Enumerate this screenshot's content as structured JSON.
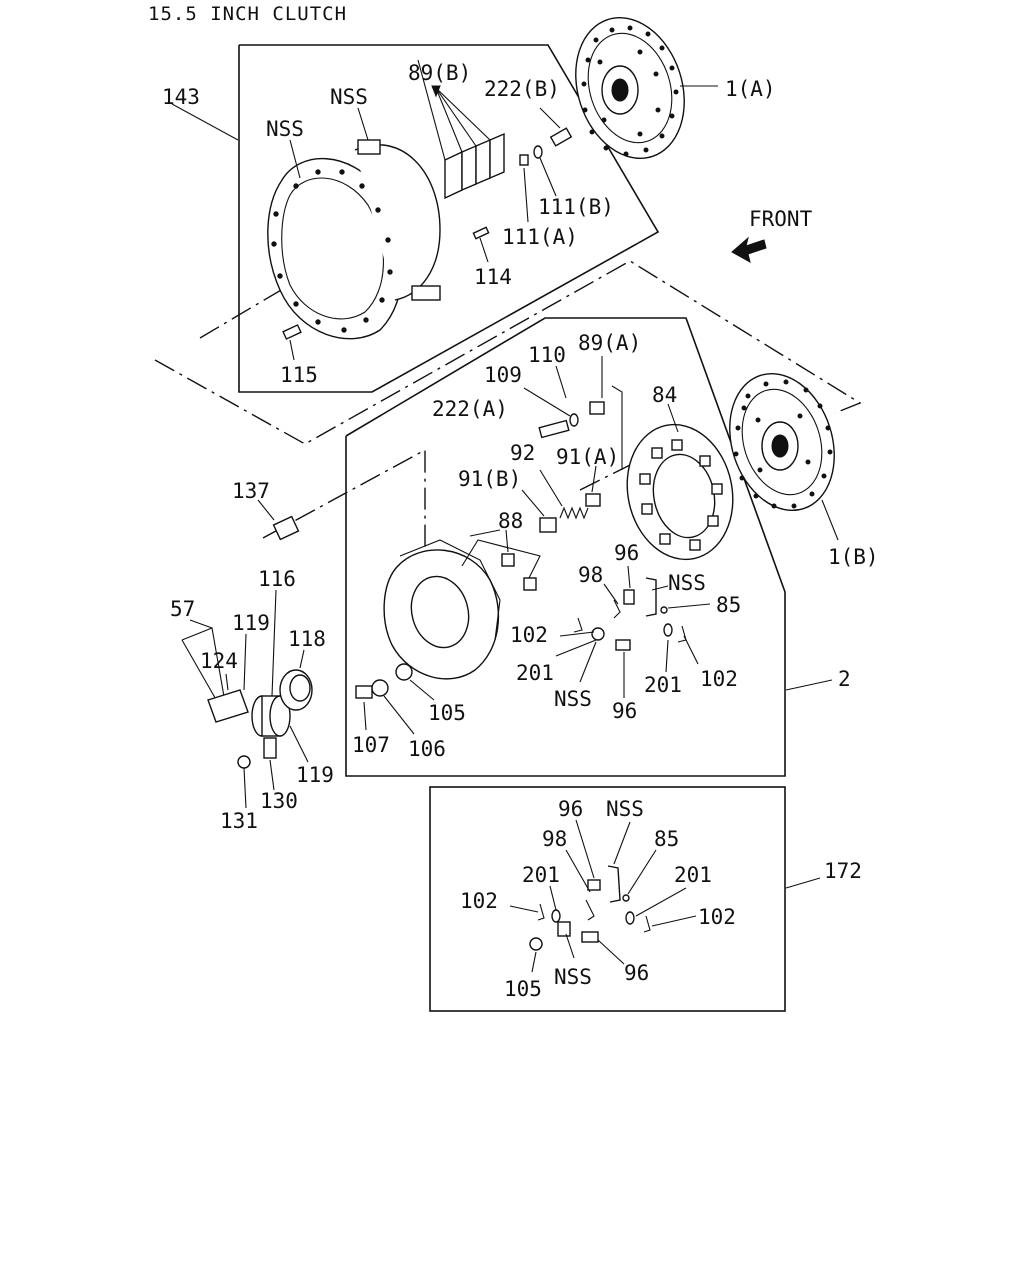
{
  "title": "15.5 INCH CLUTCH",
  "front_label": "FRONT",
  "callouts": {
    "c1A": "1(A)",
    "c1B": "1(B)",
    "c2": "2",
    "c143": "143",
    "c172": "172",
    "nss_a": "NSS",
    "nss_b": "NSS",
    "c89B": "89(B)",
    "c222B": "222(B)",
    "c111B": "111(B)",
    "c111A": "111(A)",
    "c114": "114",
    "c115": "115",
    "c110": "110",
    "c89A": "89(A)",
    "c109": "109",
    "c222A": "222(A)",
    "c84": "84",
    "c92": "92",
    "c91A": "91(A)",
    "c91B": "91(B)",
    "c137": "137",
    "c88": "88",
    "c96a": "96",
    "c98a": "98",
    "nss_c": "NSS",
    "c85a": "85",
    "c102a": "102",
    "c201a": "201",
    "nss_d": "NSS",
    "c96b": "96",
    "c201b": "201",
    "c102b": "102",
    "c105a": "105",
    "c106": "106",
    "c107": "107",
    "c116": "116",
    "c57": "57",
    "c119a": "119",
    "c118": "118",
    "c124": "124",
    "c119b": "119",
    "c130": "130",
    "c131": "131",
    "c96c": "96",
    "nss_e": "NSS",
    "c98b": "98",
    "c85b": "85",
    "c201c": "201",
    "c201d": "201",
    "c102c": "102",
    "c102d": "102",
    "c105b": "105",
    "nss_f": "NSS",
    "c96d": "96"
  }
}
